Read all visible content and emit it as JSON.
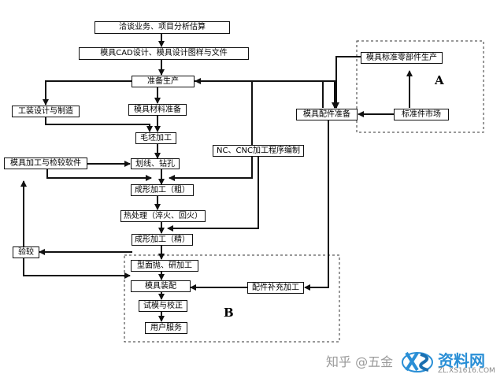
{
  "nodes": {
    "n1": "洽谈业务、项目分析估算",
    "n2": "模具CAD设计、模具设计图样与文件",
    "n3": "准备生产",
    "n4": "工装设计与制造",
    "n5": "模具材料准备",
    "n6": "毛坯加工",
    "n7": "模具加工与检较软件",
    "n8": "划线、钻孔",
    "n9": "NC、CNC加工程序编制",
    "n10": "成形加工（粗）",
    "n11": "热处理（淬火、回火）",
    "n12": "成形加工（精）",
    "n13": "验较",
    "n14": "型面抛、研加工",
    "n15": "模具装配",
    "n16": "配件补充加工",
    "n17": "试模与校正",
    "n18": "用户服务",
    "n19": "模具标准零部件生产",
    "n20": "模具配件准备",
    "n21": "标准件市场"
  },
  "regions": {
    "a": "A",
    "b": "B"
  },
  "watermark": {
    "zhihu": "知乎 @五金",
    "logo": "资料网",
    "url": "ZL.XS1616.COM"
  },
  "colors": {
    "line": "#111111",
    "logo": "#2a8fd6"
  }
}
